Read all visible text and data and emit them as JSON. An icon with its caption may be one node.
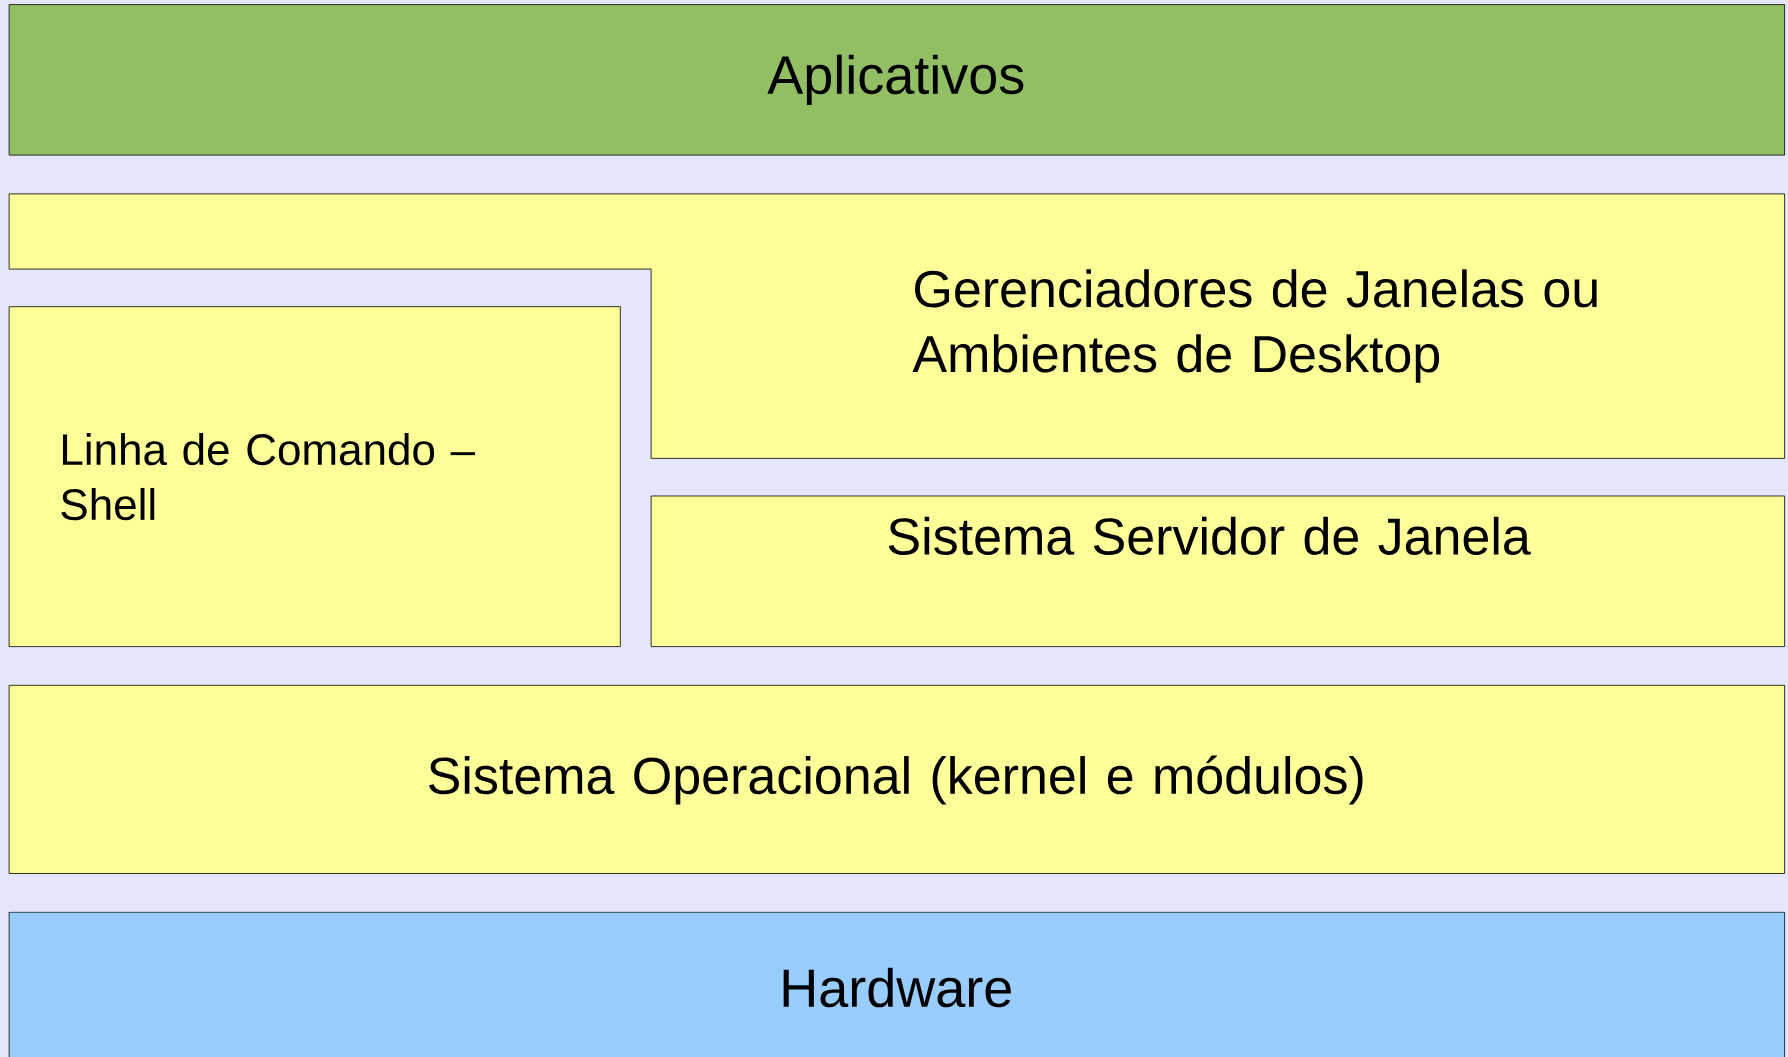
{
  "diagram": {
    "nodes": [
      {
        "text": [
          "Aplicativos"
        ]
      },
      {
        "text": [
          "Gerenciadores de Janelas ou Ambientes de Desktop"
        ]
      },
      {
        "text": [
          "Linha de Comando – Shell"
        ]
      },
      {
        "text": [
          "Sistema Servidor de Janela"
        ]
      },
      {
        "text": [
          "Sistema Operacional (kernel e módulos)"
        ]
      },
      {
        "text": [
          "Hardware"
        ]
      }
    ]
  }
}
